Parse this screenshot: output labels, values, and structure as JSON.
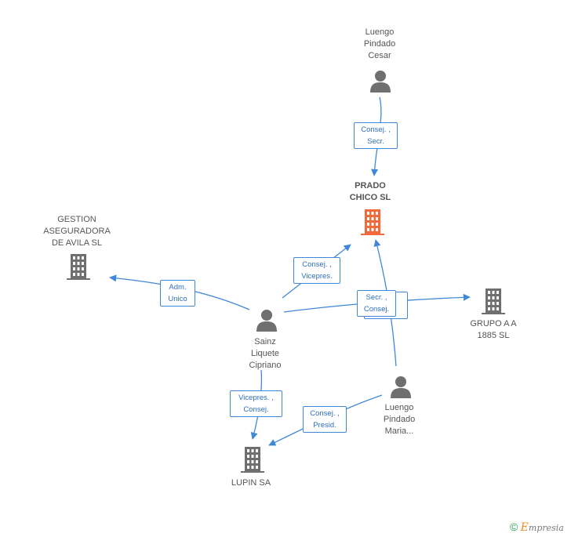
{
  "nodes": {
    "luengo_cesar": {
      "label": "Luengo\nPindado\nCesar",
      "icon": "person-icon"
    },
    "prado_chico": {
      "label": "PRADO\nCHICO SL",
      "icon": "building-icon",
      "color": "#f26a3b"
    },
    "gestion": {
      "label": "GESTION\nASEGURADORA\nDE AVILA  SL",
      "icon": "building-icon"
    },
    "sainz": {
      "label": "Sainz\nLiquete\nCipriano",
      "icon": "person-icon"
    },
    "grupo": {
      "label": "GRUPO A A\n1885 SL",
      "icon": "building-icon"
    },
    "luengo_maria": {
      "label": "Luengo\nPindado\nMaria...",
      "icon": "person-icon"
    },
    "lupin": {
      "label": "LUPIN SA",
      "icon": "building-icon"
    }
  },
  "edges": {
    "cesar_prado": "Consej. ,\nSecr.",
    "sainz_prado": "Consej. ,\nVicepres.",
    "sainz_gestion": "Adm.\nUnico",
    "sainz_grupo": "Secr. ,\nConsej.",
    "sainz_lupin": "Vicepres. ,\nConsej.",
    "maria_lupin": "Consej. ,\nPresid."
  },
  "colors": {
    "edge": "#3f87d9",
    "icon": "#6f6f6f",
    "highlight": "#f26a3b"
  },
  "brand": {
    "copyright": "©",
    "e": "E",
    "name": "mpresia"
  }
}
